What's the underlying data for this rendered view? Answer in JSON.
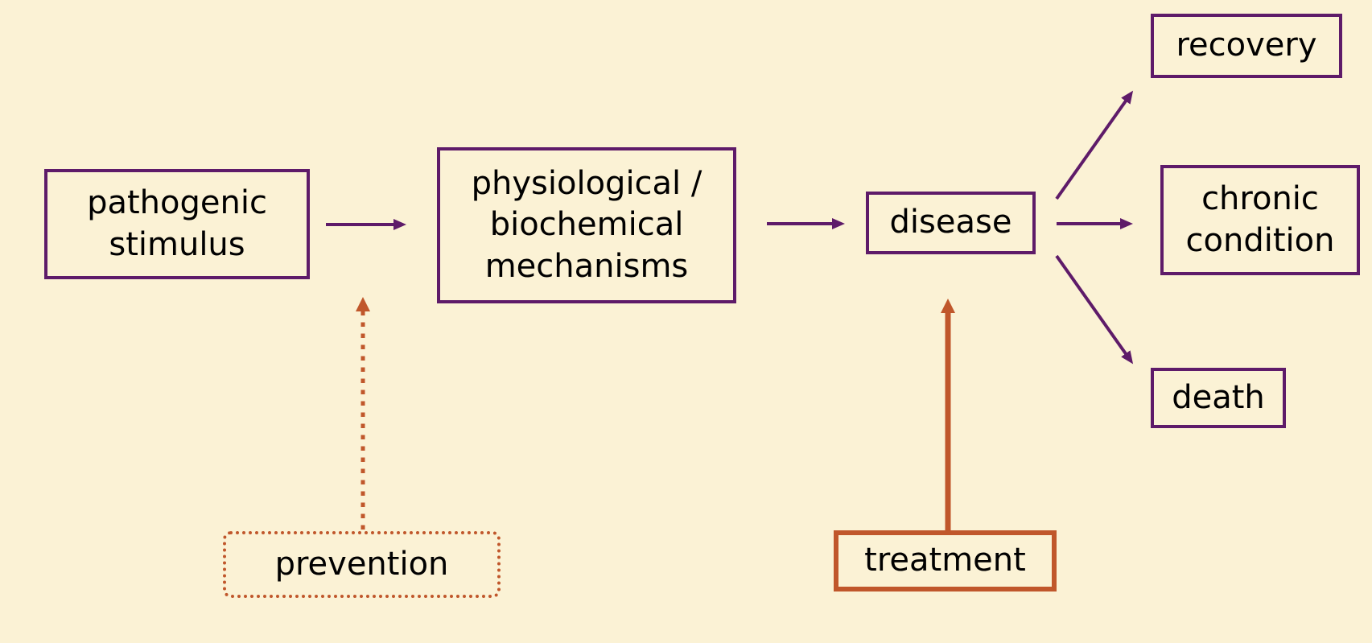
{
  "diagram": {
    "description": "disease process flow diagram",
    "background_color": "#FBF2D5",
    "colors": {
      "purple_accent": "#5E1B69",
      "orange_accent": "#C0572B",
      "text": "#000000"
    },
    "nodes": {
      "pathogenic_stimulus": {
        "label": "pathogenic\nstimulus"
      },
      "mechanisms": {
        "label": "physiological /\nbiochemical\nmechanisms"
      },
      "disease": {
        "label": "disease"
      },
      "recovery": {
        "label": "recovery"
      },
      "chronic_condition": {
        "label": "chronic\ncondition"
      },
      "death": {
        "label": "death"
      },
      "prevention": {
        "label": "prevention"
      },
      "treatment": {
        "label": "treatment"
      }
    },
    "edges": [
      {
        "from": "pathogenic_stimulus",
        "to": "mechanisms",
        "style": "solid",
        "color": "#5E1B69"
      },
      {
        "from": "mechanisms",
        "to": "disease",
        "style": "solid",
        "color": "#5E1B69"
      },
      {
        "from": "disease",
        "to": "recovery",
        "style": "solid",
        "color": "#5E1B69"
      },
      {
        "from": "disease",
        "to": "chronic_condition",
        "style": "solid",
        "color": "#5E1B69"
      },
      {
        "from": "disease",
        "to": "death",
        "style": "solid",
        "color": "#5E1B69"
      },
      {
        "from": "prevention",
        "to": "pathogenic_stimulus-mechanisms arrow",
        "style": "dotted",
        "color": "#C0572B"
      },
      {
        "from": "treatment",
        "to": "disease",
        "style": "solid",
        "color": "#C0572B"
      }
    ]
  }
}
